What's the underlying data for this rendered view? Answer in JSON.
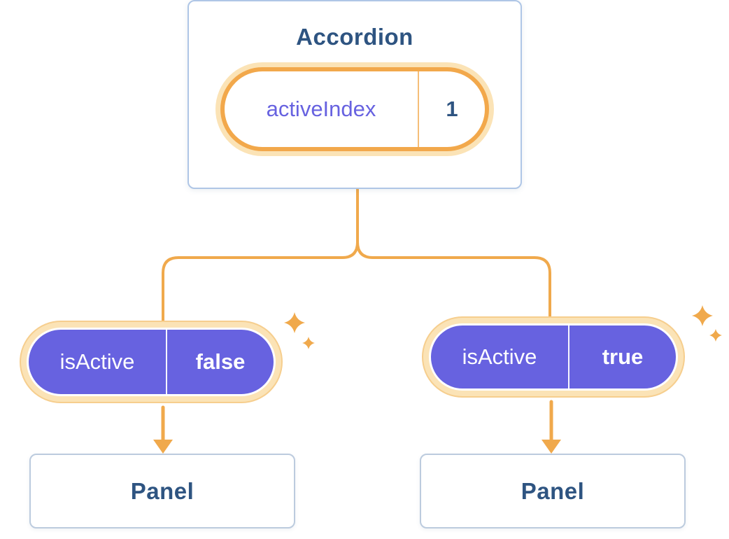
{
  "colors": {
    "accent_orange": "#F0A94C",
    "strong_orange": "#F2A84B",
    "halo_orange": "#FBE3B6",
    "pill_purple": "#6762E0",
    "text_blue": "#2E5481",
    "card_border": "#AFC6E6",
    "panel_border": "#BCCBDE",
    "background": "#FFFFFF"
  },
  "accordion": {
    "title": "Accordion",
    "state_pill": {
      "label": "activeIndex",
      "value": "1"
    }
  },
  "children": [
    {
      "pill": {
        "label": "isActive",
        "value": "false"
      },
      "panel": "Panel"
    },
    {
      "pill": {
        "label": "isActive",
        "value": "true"
      },
      "panel": "Panel"
    }
  ]
}
